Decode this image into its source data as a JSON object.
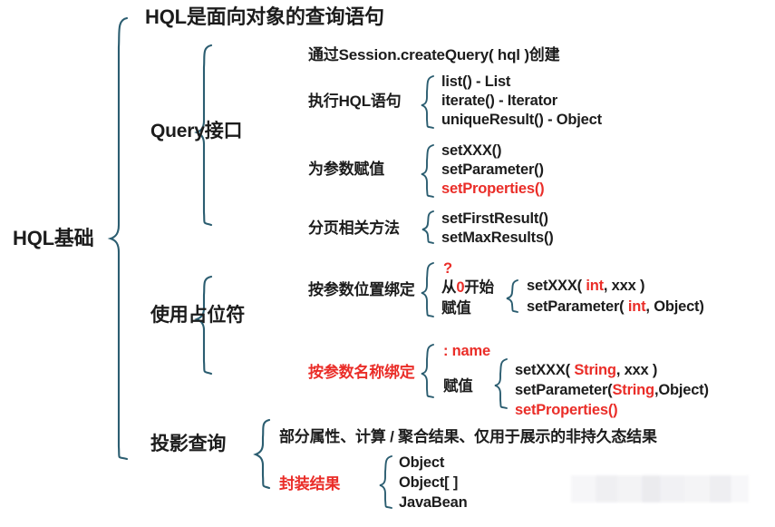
{
  "diagram": {
    "title": "HQL基础",
    "type": "mind-map",
    "accent_brace_color": "#2b5d70",
    "highlight_color": "#ea2d28",
    "text_color": "#1c1c1c",
    "background": "#ffffff"
  },
  "root": {
    "label": "HQL基础"
  },
  "branches": {
    "headline": {
      "label": "HQL是面向对象的查询语句"
    },
    "query": {
      "label": "Query接口",
      "items": {
        "create": {
          "label": "通过Session.createQuery( hql )创建"
        },
        "execute": {
          "label": "执行HQL语句",
          "methods": [
            {
              "label": "list() - List"
            },
            {
              "label": "iterate() - Iterator"
            },
            {
              "label": "uniqueResult() - Object"
            }
          ]
        },
        "assign": {
          "label": "为参数赋值",
          "methods": [
            {
              "label": "setXXX()",
              "highlight": false
            },
            {
              "label": "setParameter()",
              "highlight": false
            },
            {
              "label": "setProperties()",
              "highlight": true
            }
          ]
        },
        "paging": {
          "label": "分页相关方法",
          "methods": [
            {
              "label": "setFirstResult()"
            },
            {
              "label": "setMaxResults()"
            }
          ]
        }
      }
    },
    "placeholder": {
      "label": "使用占位符",
      "by_position": {
        "label": "按参数位置绑定",
        "marker": "?",
        "note_line1_prefix": "从",
        "note_line1_mark": "0",
        "note_line1_suffix": "开始",
        "note_line2": "赋值",
        "methods": [
          {
            "prefix": "setXXX( ",
            "type": "int",
            "suffix": ", xxx )"
          },
          {
            "prefix": "setParameter( ",
            "type": "int",
            "suffix": ", Object)"
          }
        ]
      },
      "by_name": {
        "label": "按参数名称绑定",
        "marker": ": name",
        "note": "赋值",
        "methods": [
          {
            "prefix": "setXXX( ",
            "type": "String",
            "suffix": ", xxx )",
            "all_red": false
          },
          {
            "prefix": "setParameter(",
            "type": "String",
            "suffix": ",Object)",
            "all_red": false
          },
          {
            "prefix": "setProperties()",
            "type": "",
            "suffix": "",
            "all_red": true
          }
        ]
      }
    },
    "projection": {
      "label": "投影查询",
      "description": "部分属性、计算 / 聚合结果、仅用于展示的非持久态结果",
      "wrap": {
        "label": "封装结果",
        "items": [
          {
            "label": "Object"
          },
          {
            "label": "Object[ ]"
          },
          {
            "label": "JavaBean"
          }
        ]
      }
    }
  }
}
